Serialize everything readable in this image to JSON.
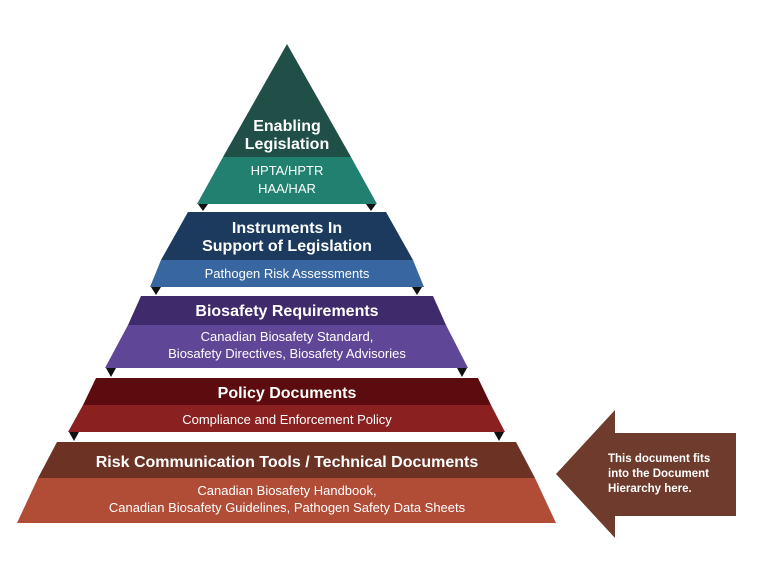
{
  "levels": [
    {
      "title_lines": [
        "Enabling",
        "Legislation"
      ],
      "detail_lines": [
        "HPTA/HPTR",
        "HAA/HAR"
      ],
      "colors": {
        "dark": "#1f4f46",
        "light": "#21806f"
      }
    },
    {
      "title_lines": [
        "Instruments In",
        "Support of Legislation"
      ],
      "detail_lines": [
        "Pathogen Risk Assessments"
      ],
      "colors": {
        "dark": "#1b3a5e",
        "light": "#3766a1"
      }
    },
    {
      "title_lines": [
        "Biosafety Requirements"
      ],
      "detail_lines": [
        "Canadian Biosafety Standard,",
        "Biosafety Directives, Biosafety Advisories"
      ],
      "colors": {
        "dark": "#3f2a6c",
        "light": "#5f4697"
      }
    },
    {
      "title_lines": [
        "Policy Documents"
      ],
      "detail_lines": [
        "Compliance and Enforcement Policy"
      ],
      "colors": {
        "dark": "#5c0c0e",
        "light": "#8b2020"
      }
    },
    {
      "title_lines": [
        "Risk Communication Tools / Technical Documents"
      ],
      "detail_lines": [
        "Canadian Biosafety Handbook,",
        "Canadian Biosafety Guidelines, Pathogen Safety Data Sheets"
      ],
      "colors": {
        "dark": "#6c3224",
        "light": "#b14c36"
      }
    }
  ],
  "callout": {
    "lines": [
      "This document fits",
      "into the Document",
      "Hierarchy here."
    ],
    "color": "#6e3b2c"
  }
}
